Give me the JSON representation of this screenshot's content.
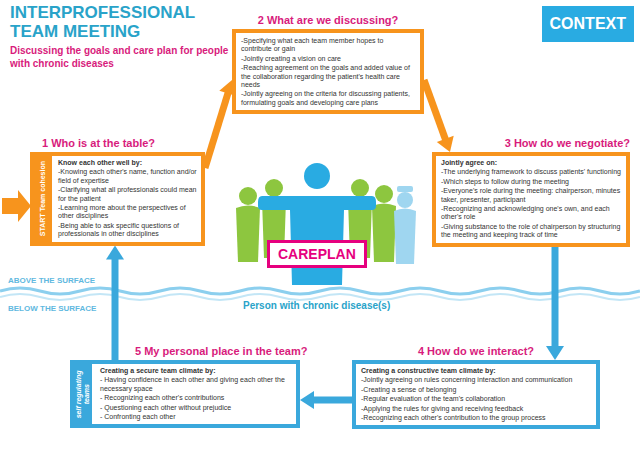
{
  "diagram": {
    "title": "INTERPROFESSIONAL TEAM MEETING",
    "nodes": [
      {
        "text": [
          "CONTEXT"
        ]
      },
      {
        "text": [
          "1 Who is at the table?",
          "Know each other well by:",
          "-Knowing each other's name, function and/or field of expertise",
          "-Clarifying what all professionals could mean for the patient",
          "-Learning more about the perspectives of other disciplines",
          "-Being able to ask specific questions of professionals in other disciplines"
        ]
      },
      {
        "text": [
          "START Team cohesion"
        ],
        "in": 1
      },
      {
        "text": [
          "2 What are we discussing?",
          "-Specifying what each team member hopes to contribute or gain",
          "-Jointly creating a vision on care",
          "-Reaching agreement on the goals and added value of the collaboration regarding the patient's health care needs",
          "-Jointly agreeing on the criteria for discussing patients, formulating goals and developing care plans"
        ]
      },
      {
        "text": [
          "3 How do we negotiate?",
          "Jointly agree on:",
          "-The underlying framework to discuss patients' functioning",
          "-Which steps to follow during the meeting",
          "-Everyone's role during the meeting: chairperson, minutes taker, presenter, participant",
          "-Recognizing and acknowledging one's own, and each other's role",
          "-Giving substance to the role of chairperson by structuring the meeting and keeping track of time"
        ]
      },
      {
        "text": [
          "CAREPLAN"
        ]
      },
      {
        "text": [
          "4 How do we interact?",
          "Creating a constructive team climate by:",
          "-Jointly agreeing on rules concerning interaction and communication",
          "-Creating a sense of belonging",
          "-Regular evaluation of the team's collaboration",
          "-Applying the rules for giving and receiving feedback",
          "-Recognizing each other's contribution to the group process"
        ]
      },
      {
        "text": [
          "5 My personal place in the team?",
          "Creating a secure team climate by:",
          "- Having confidence in each other and giving each other the necessary space",
          "- Recognizing each other's contributions",
          "- Questioning each other without prejudice",
          "- Confronting each other"
        ]
      },
      {
        "text": [
          "self regulating teams"
        ],
        "in": 7
      }
    ],
    "edges": [
      {
        "from": 1,
        "to": 3,
        "arrow": "to"
      },
      {
        "from": 3,
        "to": 4,
        "arrow": "to"
      },
      {
        "from": 4,
        "to": 6,
        "arrow": "to"
      },
      {
        "from": 6,
        "to": 7,
        "arrow": "to"
      },
      {
        "from": 7,
        "to": 1,
        "arrow": "to"
      }
    ],
    "labels": [
      "Discussing the goals and care plan for people with chronic diseases",
      "ABOVE THE SURFACE",
      "BELOW THE SURFACE",
      "Person with chronic disease(s)"
    ]
  }
}
